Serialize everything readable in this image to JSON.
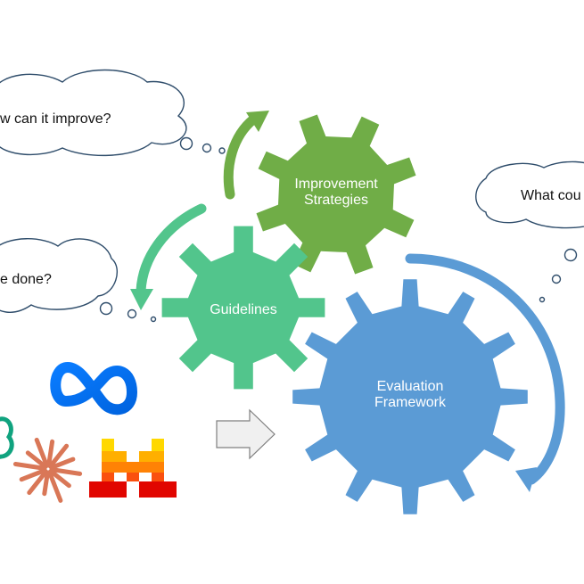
{
  "gears": {
    "improvement": {
      "line1": "Improvement",
      "line2": "Strategies",
      "color": "#70AD47"
    },
    "guidelines": {
      "label": "Guidelines",
      "color": "#52C58C"
    },
    "evaluation": {
      "line1": "Evaluation",
      "line2": "Framework",
      "color": "#5B9BD5"
    }
  },
  "bubbles": {
    "improve": {
      "text": "w can it improve?"
    },
    "done": {
      "text": "e done?"
    },
    "could": {
      "text": "What cou"
    }
  },
  "logos": [
    "meta-logo",
    "openai-logo",
    "claude-logo",
    "mistral-logo"
  ],
  "colors": {
    "arrow_green": "#70AD47",
    "arrow_mint": "#52C58C",
    "arrow_blue": "#5B9BD5",
    "cloud_stroke": "#2F4D6B"
  }
}
